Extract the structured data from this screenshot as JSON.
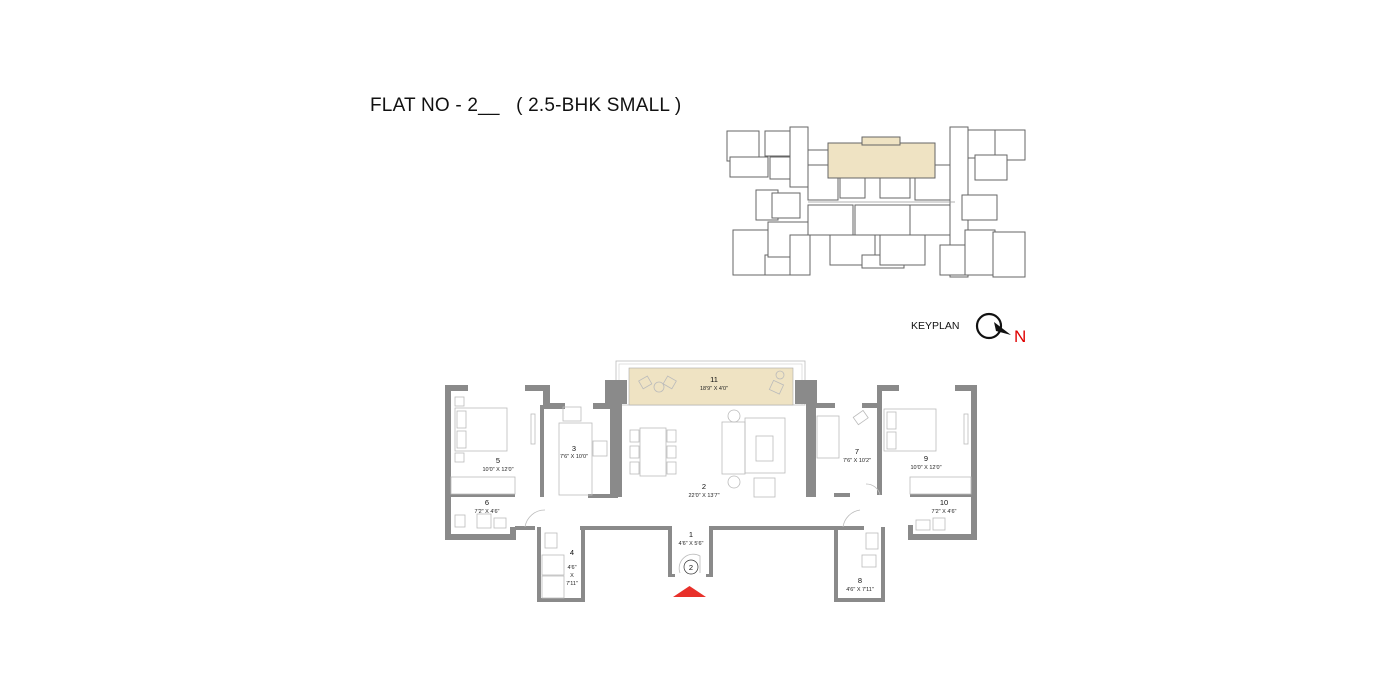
{
  "title": "FLAT NO - 2__   ( 2.5-BHK SMALL )",
  "keyplan": {
    "label": "KEYPLAN",
    "north": "N",
    "highlight_color": "#efe3c3"
  },
  "entrance_marker_color": "#e8302a",
  "entry_door_number": "2",
  "rooms": [
    {
      "no": "1",
      "size": "4'6\" X 5'6\""
    },
    {
      "no": "2",
      "size": "22'0\" X 13'7\""
    },
    {
      "no": "3",
      "size": "7'6\" X 10'0\""
    },
    {
      "no": "4",
      "size_lines": [
        "4'6\"",
        "X",
        "7'11\""
      ]
    },
    {
      "no": "5",
      "size": "10'0\" X 12'0\""
    },
    {
      "no": "6",
      "size": "7'2\" X 4'6\""
    },
    {
      "no": "7",
      "size": "7'6\" X 10'2\""
    },
    {
      "no": "8",
      "size": "4'6\" X 7'11\""
    },
    {
      "no": "9",
      "size": "10'0\" X 12'0\""
    },
    {
      "no": "10",
      "size": "7'2\" X 4'6\""
    },
    {
      "no": "11",
      "size": "18'9\" X 4'0\""
    }
  ]
}
